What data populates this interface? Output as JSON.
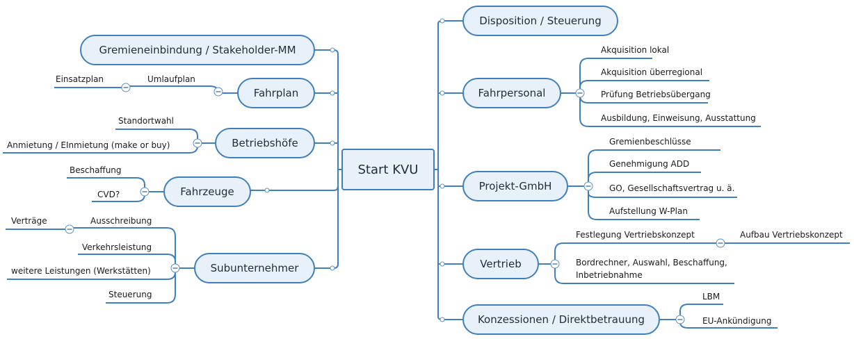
{
  "mindmap": {
    "root": "Start KVU",
    "right": {
      "disposition": "Disposition / Steuerung",
      "fahrpersonal": {
        "label": "Fahrpersonal",
        "items": [
          "Akquisition lokal",
          "Akquisition überregional",
          "Prüfung Betriebsübergang",
          "Ausbildung, Einweisung, Ausstattung"
        ]
      },
      "projekt": {
        "label": "Projekt-GmbH",
        "items": [
          "Gremienbeschlüsse",
          "Genehmigung ADD",
          "GO, Gesellschaftsvertrag u. ä.",
          "Aufstellung W-Plan"
        ]
      },
      "vertrieb": {
        "label": "Vertrieb",
        "festlegung": "Festlegung Vertriebskonzept",
        "aufbau": "Aufbau Vertriebskonzept",
        "bordrechner_1": "Bordrechner, Auswahl, Beschaffung,",
        "bordrechner_2": "Inbetriebnahme"
      },
      "konzessionen": {
        "label": "Konzessionen / Direktbetrauung",
        "items": [
          "LBM",
          "EU-Ankündigung"
        ]
      }
    },
    "left": {
      "gremien": "Gremieneinbindung / Stakeholder-MM",
      "fahrplan": {
        "label": "Fahrplan",
        "umlaufplan": "Umlaufplan",
        "einsatzplan": "Einsatzplan"
      },
      "betriebshoefe": {
        "label": "Betriebshöfe",
        "items": [
          "Standortwahl",
          "Anmietung / EInmietung (make or buy)"
        ]
      },
      "fahrzeuge": {
        "label": "Fahrzeuge",
        "items": [
          "Beschaffung",
          "CVD?"
        ]
      },
      "subunternehmer": {
        "label": "Subunternehmer",
        "ausschreibung": "Ausschreibung",
        "vertraege": "Verträge",
        "items": [
          "Verkehrsleistung",
          "weitere Leistungen (Werkstätten)",
          "Steuerung"
        ]
      }
    }
  }
}
